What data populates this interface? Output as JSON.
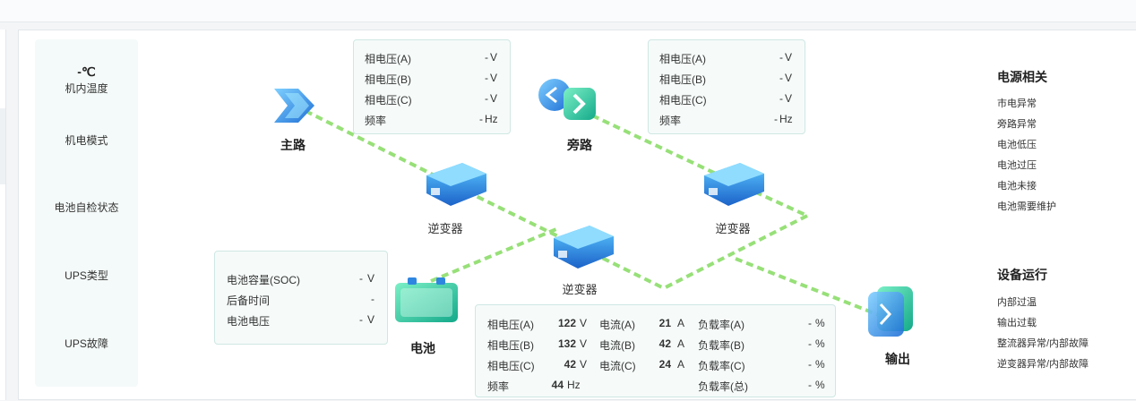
{
  "status": {
    "temperature": "-℃",
    "temperature_label": "机内温度",
    "mode_label": "机电模式",
    "selfcheck_label": "电池自检状态",
    "ups_type_label": "UPS类型",
    "ups_fault_label": "UPS故障"
  },
  "nodes": {
    "main": "主路",
    "bypass": "旁路",
    "battery": "电池",
    "output": "输出",
    "inverter": "逆变器"
  },
  "main_box": {
    "rows": [
      {
        "label": "相电压(A)",
        "value": "-",
        "unit": "V"
      },
      {
        "label": "相电压(B)",
        "value": "-",
        "unit": "V"
      },
      {
        "label": "相电压(C)",
        "value": "-",
        "unit": "V"
      },
      {
        "label": "频率",
        "value": "-",
        "unit": "Hz"
      }
    ]
  },
  "bypass_box": {
    "rows": [
      {
        "label": "相电压(A)",
        "value": "-",
        "unit": "V"
      },
      {
        "label": "相电压(B)",
        "value": "-",
        "unit": "V"
      },
      {
        "label": "相电压(C)",
        "value": "-",
        "unit": "V"
      },
      {
        "label": "频率",
        "value": "-",
        "unit": "Hz"
      }
    ]
  },
  "battery_box": {
    "rows": [
      {
        "label": "电池容量(SOC)",
        "value": "-",
        "unit": "V"
      },
      {
        "label": "后备时间",
        "value": "-",
        "unit": ""
      },
      {
        "label": "电池电压",
        "value": "-",
        "unit": "V"
      }
    ]
  },
  "output_box": {
    "voltage": [
      {
        "label": "相电压(A)",
        "value": "122",
        "unit": "V"
      },
      {
        "label": "相电压(B)",
        "value": "132",
        "unit": "V"
      },
      {
        "label": "相电压(C)",
        "value": "42",
        "unit": "V"
      },
      {
        "label": "频率",
        "value": "44",
        "unit": "Hz"
      }
    ],
    "current": [
      {
        "label": "电流(A)",
        "value": "21",
        "unit": "A"
      },
      {
        "label": "电流(B)",
        "value": "42",
        "unit": "A"
      },
      {
        "label": "电流(C)",
        "value": "24",
        "unit": "A"
      }
    ],
    "load": [
      {
        "label": "负载率(A)",
        "value": "-",
        "unit": "%"
      },
      {
        "label": "负载率(B)",
        "value": "-",
        "unit": "%"
      },
      {
        "label": "负载率(C)",
        "value": "-",
        "unit": "%"
      },
      {
        "label": "负载率(总)",
        "value": "-",
        "unit": "%"
      }
    ]
  },
  "alarms": {
    "power_title": "电源相关",
    "power": [
      "市电异常",
      "旁路异常",
      "电池低压",
      "电池过压",
      "电池未接",
      "电池需要维护"
    ],
    "device_title": "设备运行",
    "device": [
      "内部过温",
      "输出过载",
      "整流器异常/内部故障",
      "逆变器异常/内部故障"
    ]
  },
  "colors": {
    "flow": "#7ed957",
    "accent": "#26b381",
    "icon_blue": "#2f86e0",
    "icon_green": "#20c497"
  }
}
